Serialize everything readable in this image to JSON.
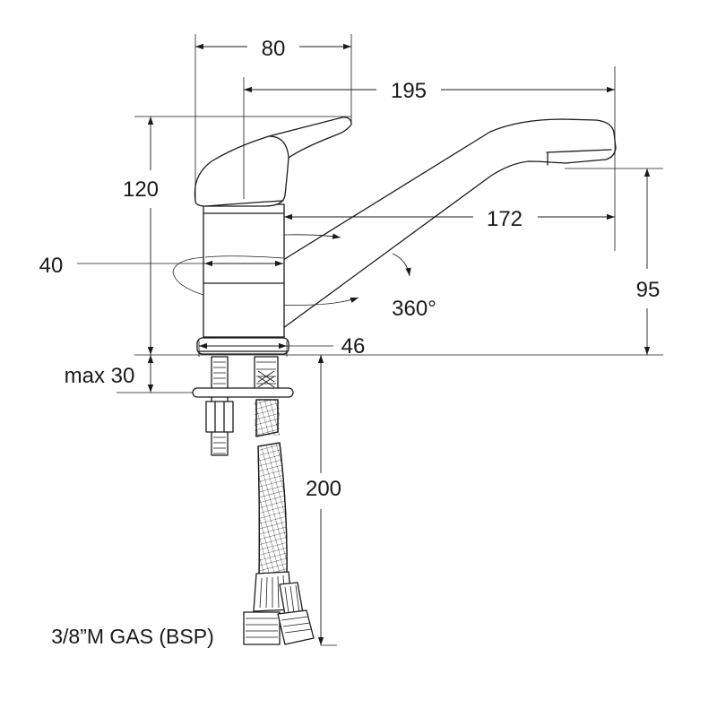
{
  "diagram": {
    "dimensions": {
      "handle_width": "80",
      "spout_reach": "195",
      "body_height": "120",
      "body_diameter": "40",
      "spout_length": "172",
      "outlet_height": "95",
      "rotation": "360°",
      "base_diameter": "46",
      "max_counter_thickness": "max 30",
      "hose_length": "200"
    },
    "connection_label": "3/8”M GAS (BSP)"
  }
}
